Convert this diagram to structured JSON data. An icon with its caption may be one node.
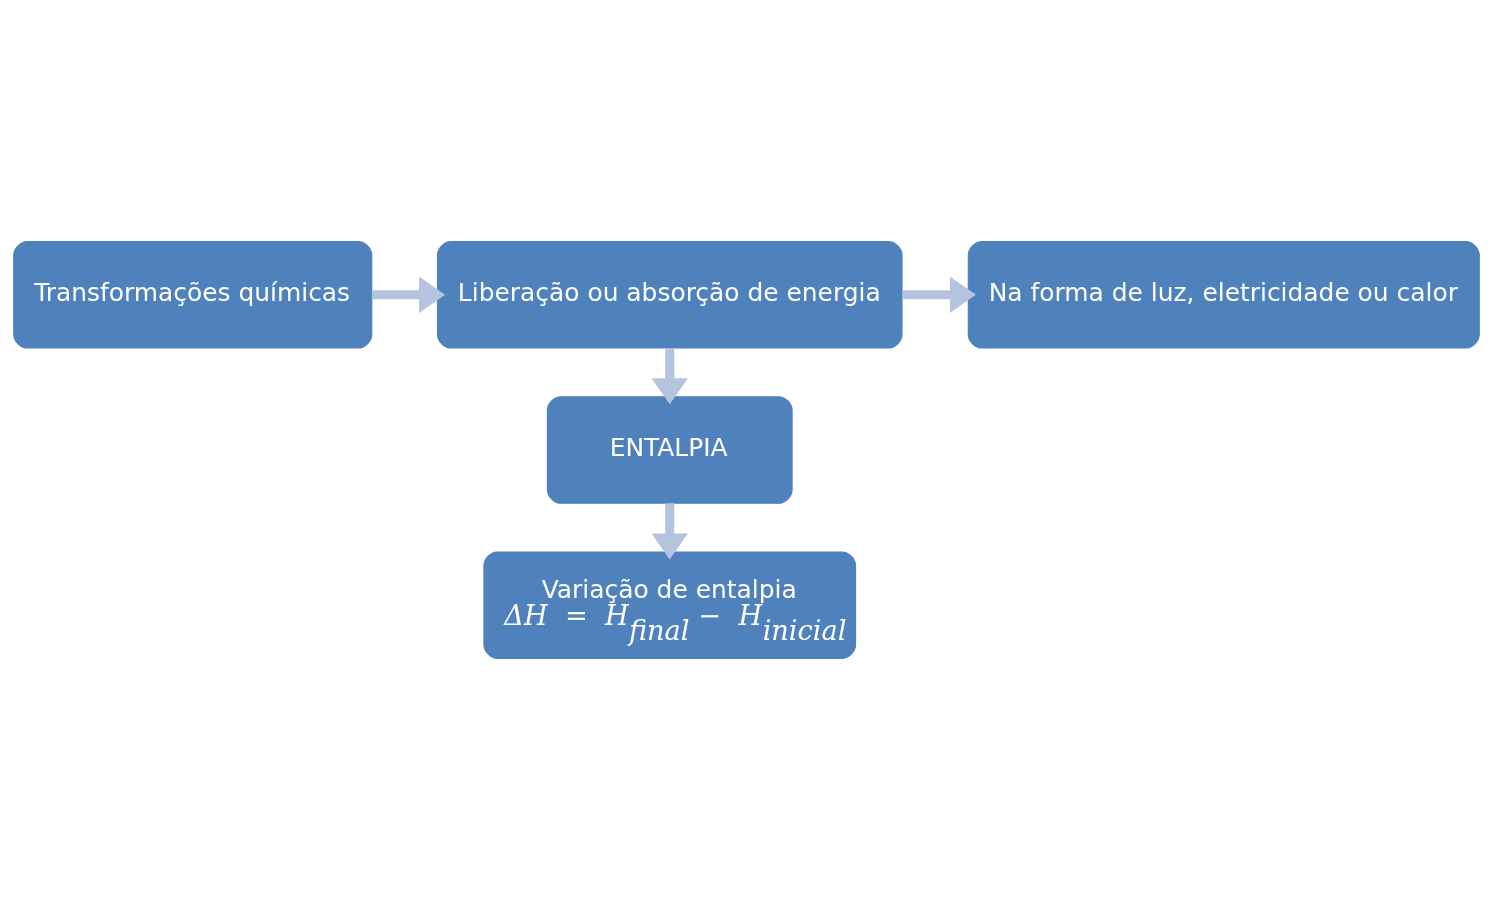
{
  "diagram": {
    "nodes": [
      {
        "text": [
          "Transformações químicas"
        ]
      },
      {
        "text": [
          "Liberação ou absorção de energia"
        ]
      },
      {
        "text": [
          "Na forma de luz, eletricidade ou calor"
        ]
      },
      {
        "text": [
          "ENTALPIA"
        ]
      },
      {
        "text": [
          "Variação de entalpia",
          "ΔH = H$_{final}$ − H$_{inicial}$"
        ]
      }
    ],
    "edges": [
      {
        "from": 0,
        "to": 1,
        "arrow": "to"
      },
      {
        "from": 1,
        "to": 2,
        "arrow": "to"
      },
      {
        "from": 1,
        "to": 3,
        "arrow": "to"
      },
      {
        "from": 3,
        "to": 4,
        "arrow": "to"
      }
    ]
  }
}
